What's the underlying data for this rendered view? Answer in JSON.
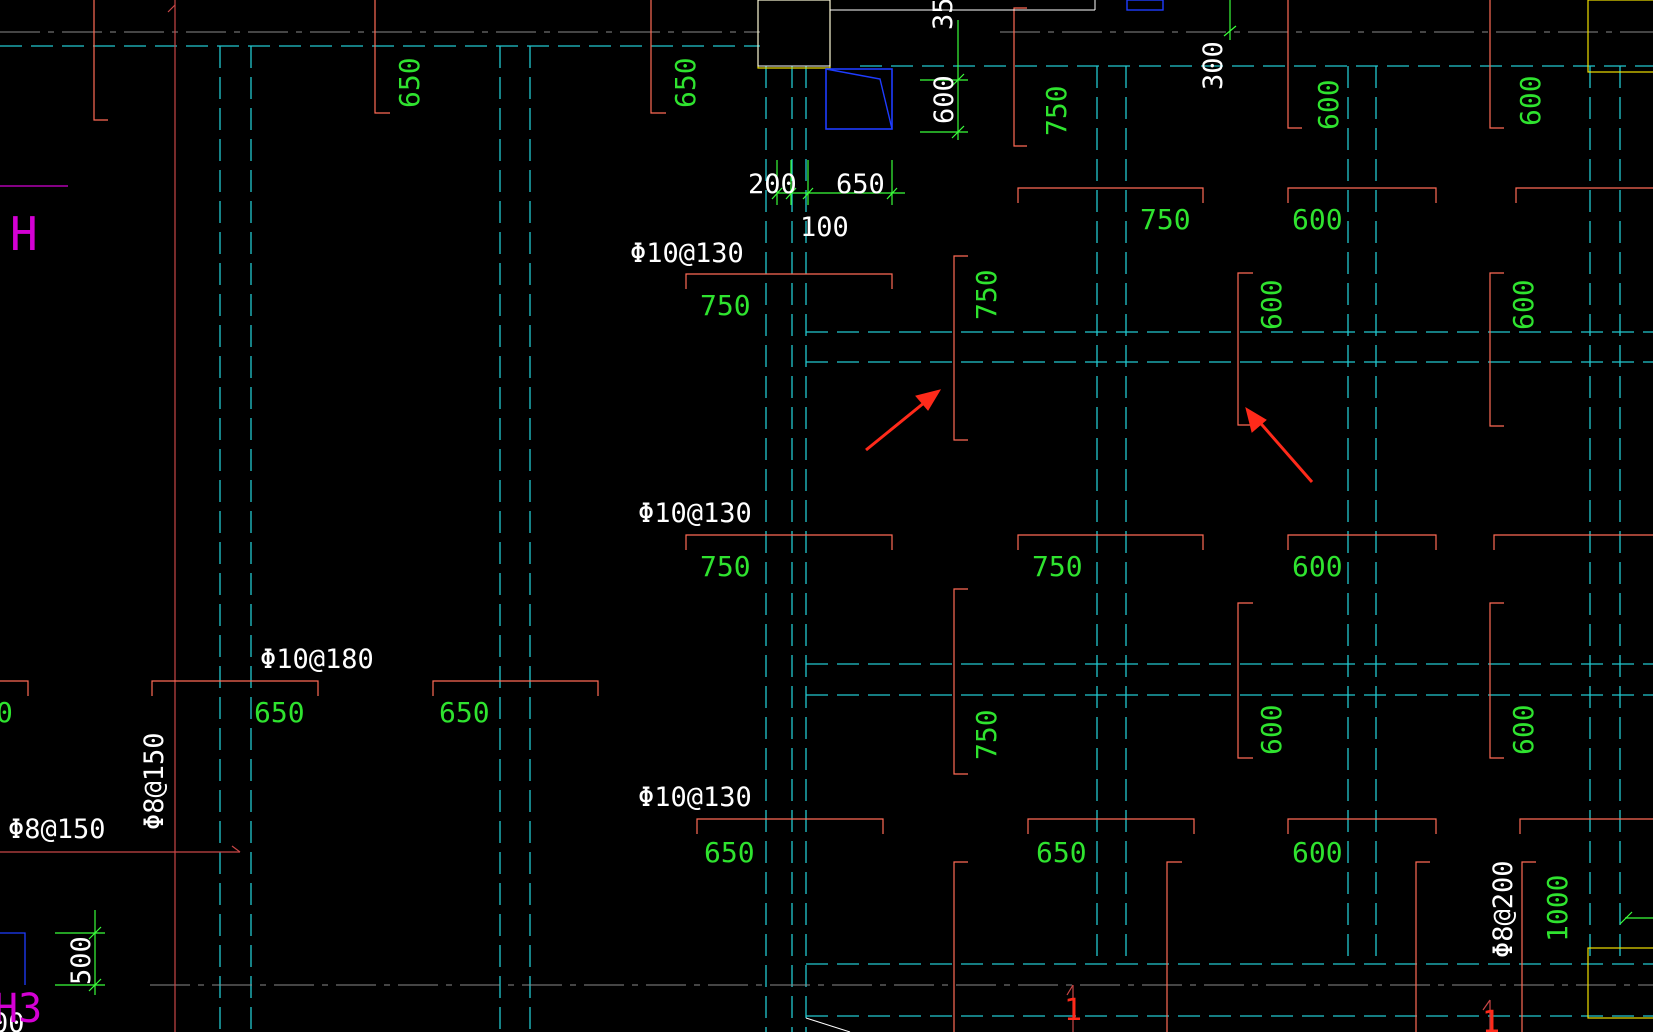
{
  "colors": {
    "background": "#000000",
    "grid": "#22c8cf",
    "rebar": "#ff6a55",
    "axis": "#c84646",
    "dim_text": "#2fe32f",
    "label_text": "#ffffff",
    "dim_tick": "#3aff3a",
    "blue_box": "#1e3cff",
    "yellow_box": "#f0e000",
    "magenta": "#d400d4",
    "arrow": "#ff2a1a",
    "gray_axis": "#8a8a8a"
  },
  "icons": [
    "annotation-arrow-icon"
  ],
  "labels": {
    "rebar_130_a": "Φ10@130",
    "rebar_130_b": "Φ10@130",
    "rebar_130_c": "Φ10@130",
    "rebar_180": "Φ10@180",
    "rebar_150_v": "Φ8@150",
    "rebar_150_h": "Φ8@150",
    "rebar_200_v": "Φ8@200",
    "dim_200": "200",
    "dim_650_w": "650",
    "dim_100": "100",
    "dim_600_v_top": "600",
    "dim_300_v": "300",
    "dim_35_v": "35",
    "dim_500_v": "500",
    "dim_00_edge": "00",
    "tag_h": "H",
    "tag_h3": "H3",
    "mark_1a": "1",
    "mark_1b": "1"
  },
  "bars": {
    "g650_tl1": "650",
    "g650_tl2": "650",
    "g750_tv": "750",
    "g600_tv1": "600",
    "g600_tv2": "600",
    "g750_r1a": "750",
    "g600_r1b": "600",
    "g750_r2a": "750",
    "g750_v2": "750",
    "g600_v2b": "600",
    "g600_v2c": "600",
    "g750_r3a": "750",
    "g750_r3b": "750",
    "g600_r3c": "600",
    "g650_r4a": "650",
    "g650_r4b": "650",
    "g0_edge": "0",
    "g750_v3": "750",
    "g600_v3b": "600",
    "g600_v3c": "600",
    "g650_r5a": "650",
    "g650_r5b": "650",
    "g600_r5c": "600",
    "g1000_v": "1000"
  }
}
